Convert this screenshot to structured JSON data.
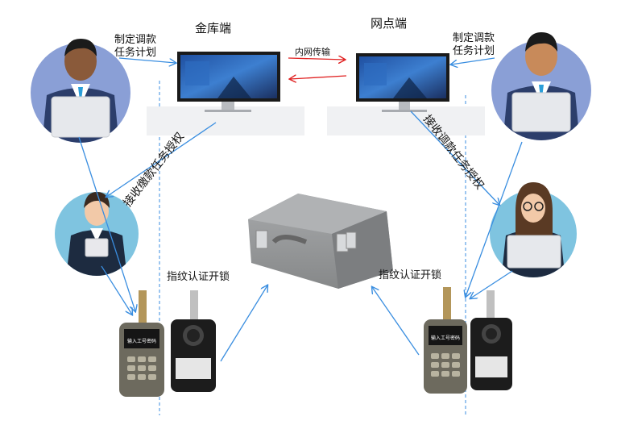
{
  "labels": {
    "vault_title": "金库端",
    "branch_title": "网点端",
    "plan_left_line1": "制定调款",
    "plan_left_line2": "任务计划",
    "plan_right_line1": "制定调款",
    "plan_right_line2": "任务计划",
    "intranet": "内网传输",
    "receive_left": "接收缴款任务授权",
    "receive_right": "接收调款任务授权",
    "fingerprint_left": "指纹认证开锁",
    "fingerprint_right": "指纹认证开锁"
  },
  "device_screen": {
    "left_line1": "输入工号密码",
    "right_line1": "输入工号密码"
  },
  "colors": {
    "arrow_blue": "#3a8ee0",
    "arrow_red": "#e02020",
    "person_circle": "#8a9fd6",
    "teller_circle": "#7fc4e0",
    "case_gray": "#9a9c9e"
  }
}
